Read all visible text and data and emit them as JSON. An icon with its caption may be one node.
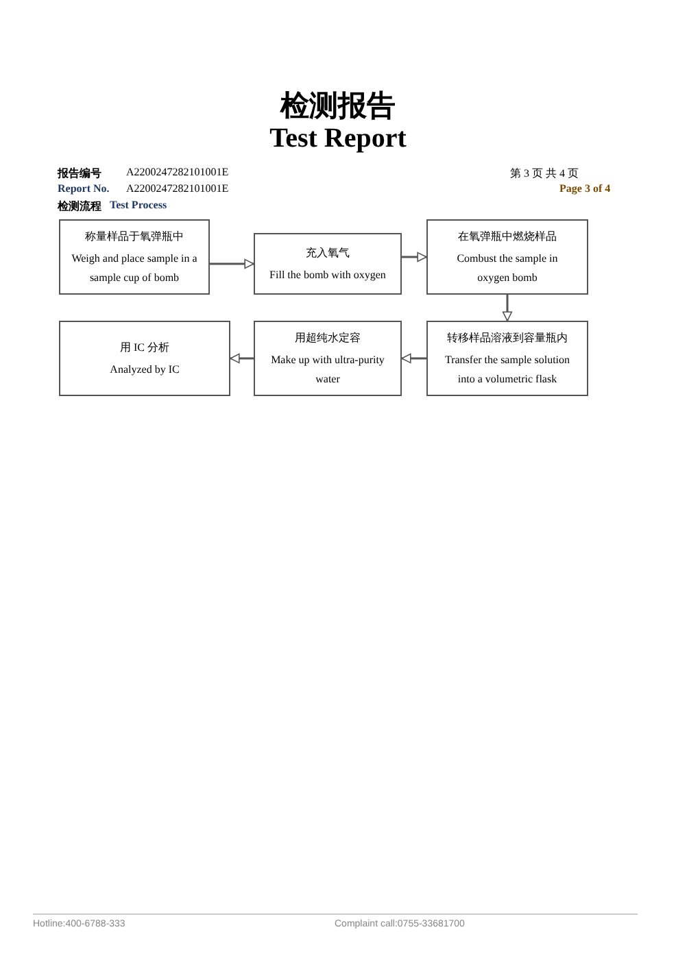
{
  "diagram": {
    "title": "检测报告",
    "nodes": [
      {
        "text": [
          "称量样品于氧弹瓶中",
          "Weigh and place sample in a sample cup of bomb"
        ]
      },
      {
        "text": [
          "充入氧气",
          "Fill the bomb with oxygen"
        ]
      },
      {
        "text": [
          "在氧弹瓶中燃烧样品",
          "Combust the sample in oxygen bomb"
        ]
      },
      {
        "text": [
          "用 IC 分析",
          "Analyzed by IC"
        ]
      },
      {
        "text": [
          "用超纯水定容",
          "Make up with ultra-purity water"
        ]
      },
      {
        "text": [
          "转移样品溶液到容量瓶内",
          "Transfer the sample solution into a volumetric flask"
        ]
      }
    ],
    "edges": [
      {
        "from": 0,
        "to": 1,
        "arrow": "to"
      },
      {
        "from": 1,
        "to": 2,
        "arrow": "to"
      },
      {
        "from": 2,
        "to": 5,
        "arrow": "to"
      },
      {
        "from": 5,
        "to": 4,
        "arrow": "to"
      },
      {
        "from": 4,
        "to": 3,
        "arrow": "to"
      }
    ],
    "labels": [
      "Test Report",
      "报告编号",
      "A2200247282101001E",
      "第 3 页 共 4 页",
      "Report No.",
      "A2200247282101001E",
      "Page 3 of 4",
      "检测流程",
      "Test Process",
      "Hotline:400-6788-333",
      "Complaint call:0755-33681700"
    ]
  }
}
